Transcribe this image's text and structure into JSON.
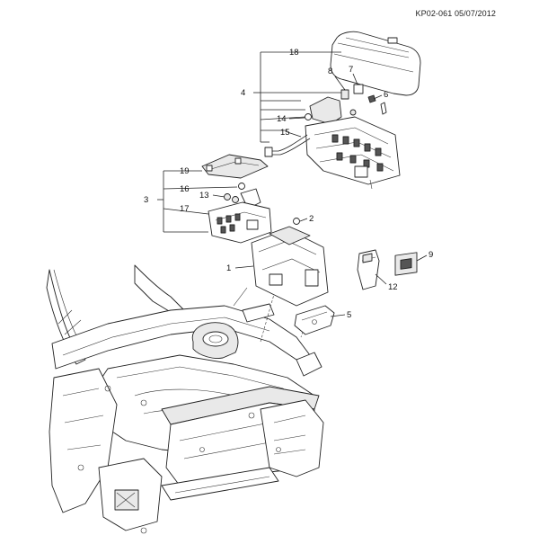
{
  "header": {
    "doc_id": "KP02-061 05/07/2012"
  },
  "callouts": {
    "c1": "1",
    "c2": "2",
    "c3": "3",
    "c4": "4",
    "c5": "5",
    "c6": "6",
    "c7": "7",
    "c8": "8",
    "c9": "9",
    "c12": "12",
    "c13": "13",
    "c14": "14",
    "c15": "15",
    "c16": "16",
    "c17": "17",
    "c18": "18",
    "c19": "19"
  }
}
